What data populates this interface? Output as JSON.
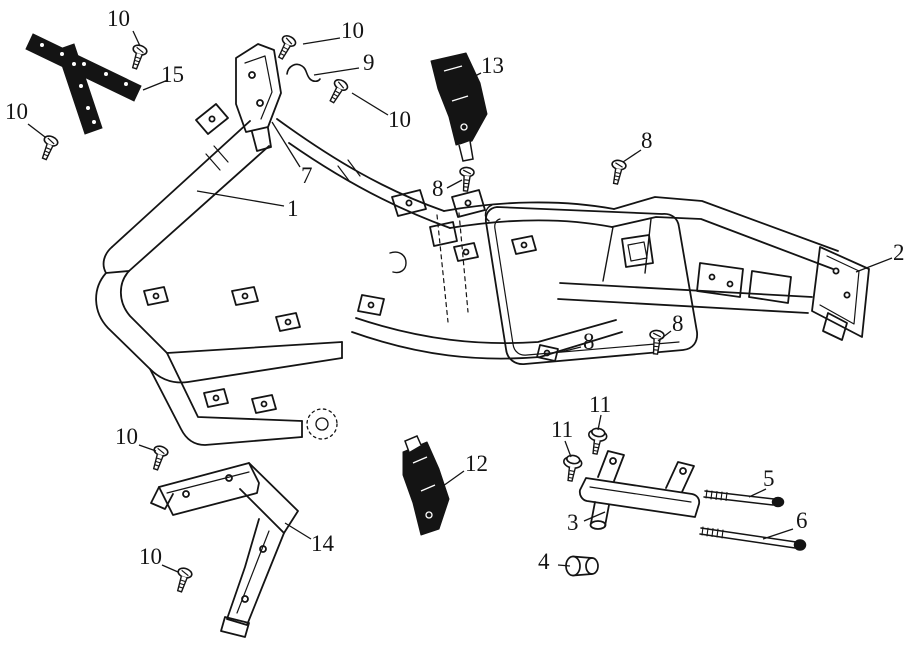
{
  "diagram": {
    "background_color": "#ffffff",
    "line_color": "#141414",
    "callouts": [
      {
        "label": "10"
      },
      {
        "label": "10"
      },
      {
        "label": "9"
      },
      {
        "label": "15"
      },
      {
        "label": "10"
      },
      {
        "label": "13"
      },
      {
        "label": "10"
      },
      {
        "label": "8"
      },
      {
        "label": "8"
      },
      {
        "label": "7"
      },
      {
        "label": "1"
      },
      {
        "label": "2"
      },
      {
        "label": "8"
      },
      {
        "label": "8"
      },
      {
        "label": "10"
      },
      {
        "label": "11"
      },
      {
        "label": "11"
      },
      {
        "label": "12"
      },
      {
        "label": "3"
      },
      {
        "label": "5"
      },
      {
        "label": "4"
      },
      {
        "label": "6"
      },
      {
        "label": "14"
      },
      {
        "label": "10"
      }
    ]
  }
}
